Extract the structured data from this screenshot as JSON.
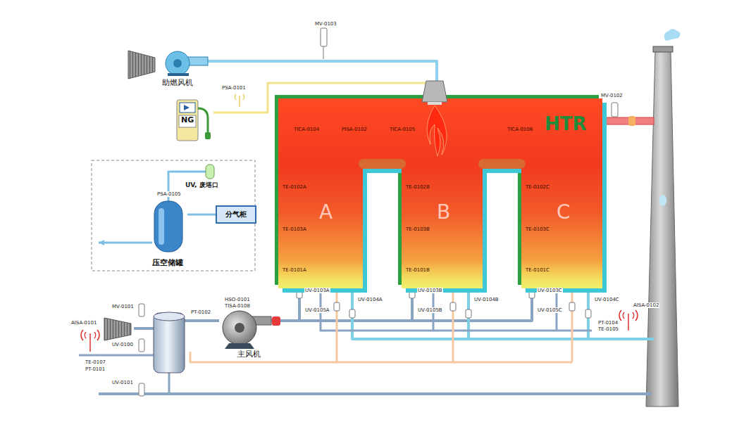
{
  "diagram": {
    "nodes": [
      {
        "text": [
          "助燃风机"
        ]
      },
      {
        "text": [
          "NG"
        ]
      },
      {
        "text": [
          "TICA-0104",
          "PISA-0102",
          "TICA-0105",
          "TICA-0106",
          "HTR"
        ]
      },
      {
        "text": [
          "A",
          "TE-0102A",
          "TE-0103A",
          "TE-0101A"
        ],
        "in": 2
      },
      {
        "text": [
          "B",
          "TE-0102B",
          "TE-0103B",
          "TE-0101B"
        ],
        "in": 2
      },
      {
        "text": [
          "C",
          "TE-0102C",
          "TE-0103C",
          "TE-0101C"
        ],
        "in": 2
      },
      {
        "text": [
          "分气柜"
        ]
      },
      {
        "text": [
          "压空储罐"
        ]
      },
      {
        "text": [
          "主风机"
        ]
      }
    ],
    "edges": [
      {
        "from": 0,
        "to": 2,
        "arrow": "none"
      },
      {
        "from": 1,
        "to": 2,
        "arrow": "none"
      },
      {
        "from": 7,
        "to": 6,
        "arrow": "none"
      },
      {
        "from": 8,
        "to": 3,
        "arrow": "none"
      },
      {
        "from": 8,
        "to": 4,
        "arrow": "none"
      },
      {
        "from": 8,
        "to": 5,
        "arrow": "none"
      }
    ],
    "labels": [
      "MV-0103",
      "PSA-0101",
      "MV-0102",
      "UV, 废塔口",
      "PSA-0105",
      "UV-0103A",
      "UV-0105A",
      "UV-0104A",
      "UV-0103B",
      "UV-0105B",
      "UV-0104B",
      "UV-0103C",
      "UV-0105C",
      "UV-0104C",
      "MV-0101",
      "AISA-0101",
      "UV-0100",
      "TE-0107",
      "PT-0101",
      "UV-0101",
      "PT-0102",
      "HSO-0101",
      "TISA-0108",
      "AISA-0102",
      "PT-0104",
      "TE-0105"
    ]
  }
}
